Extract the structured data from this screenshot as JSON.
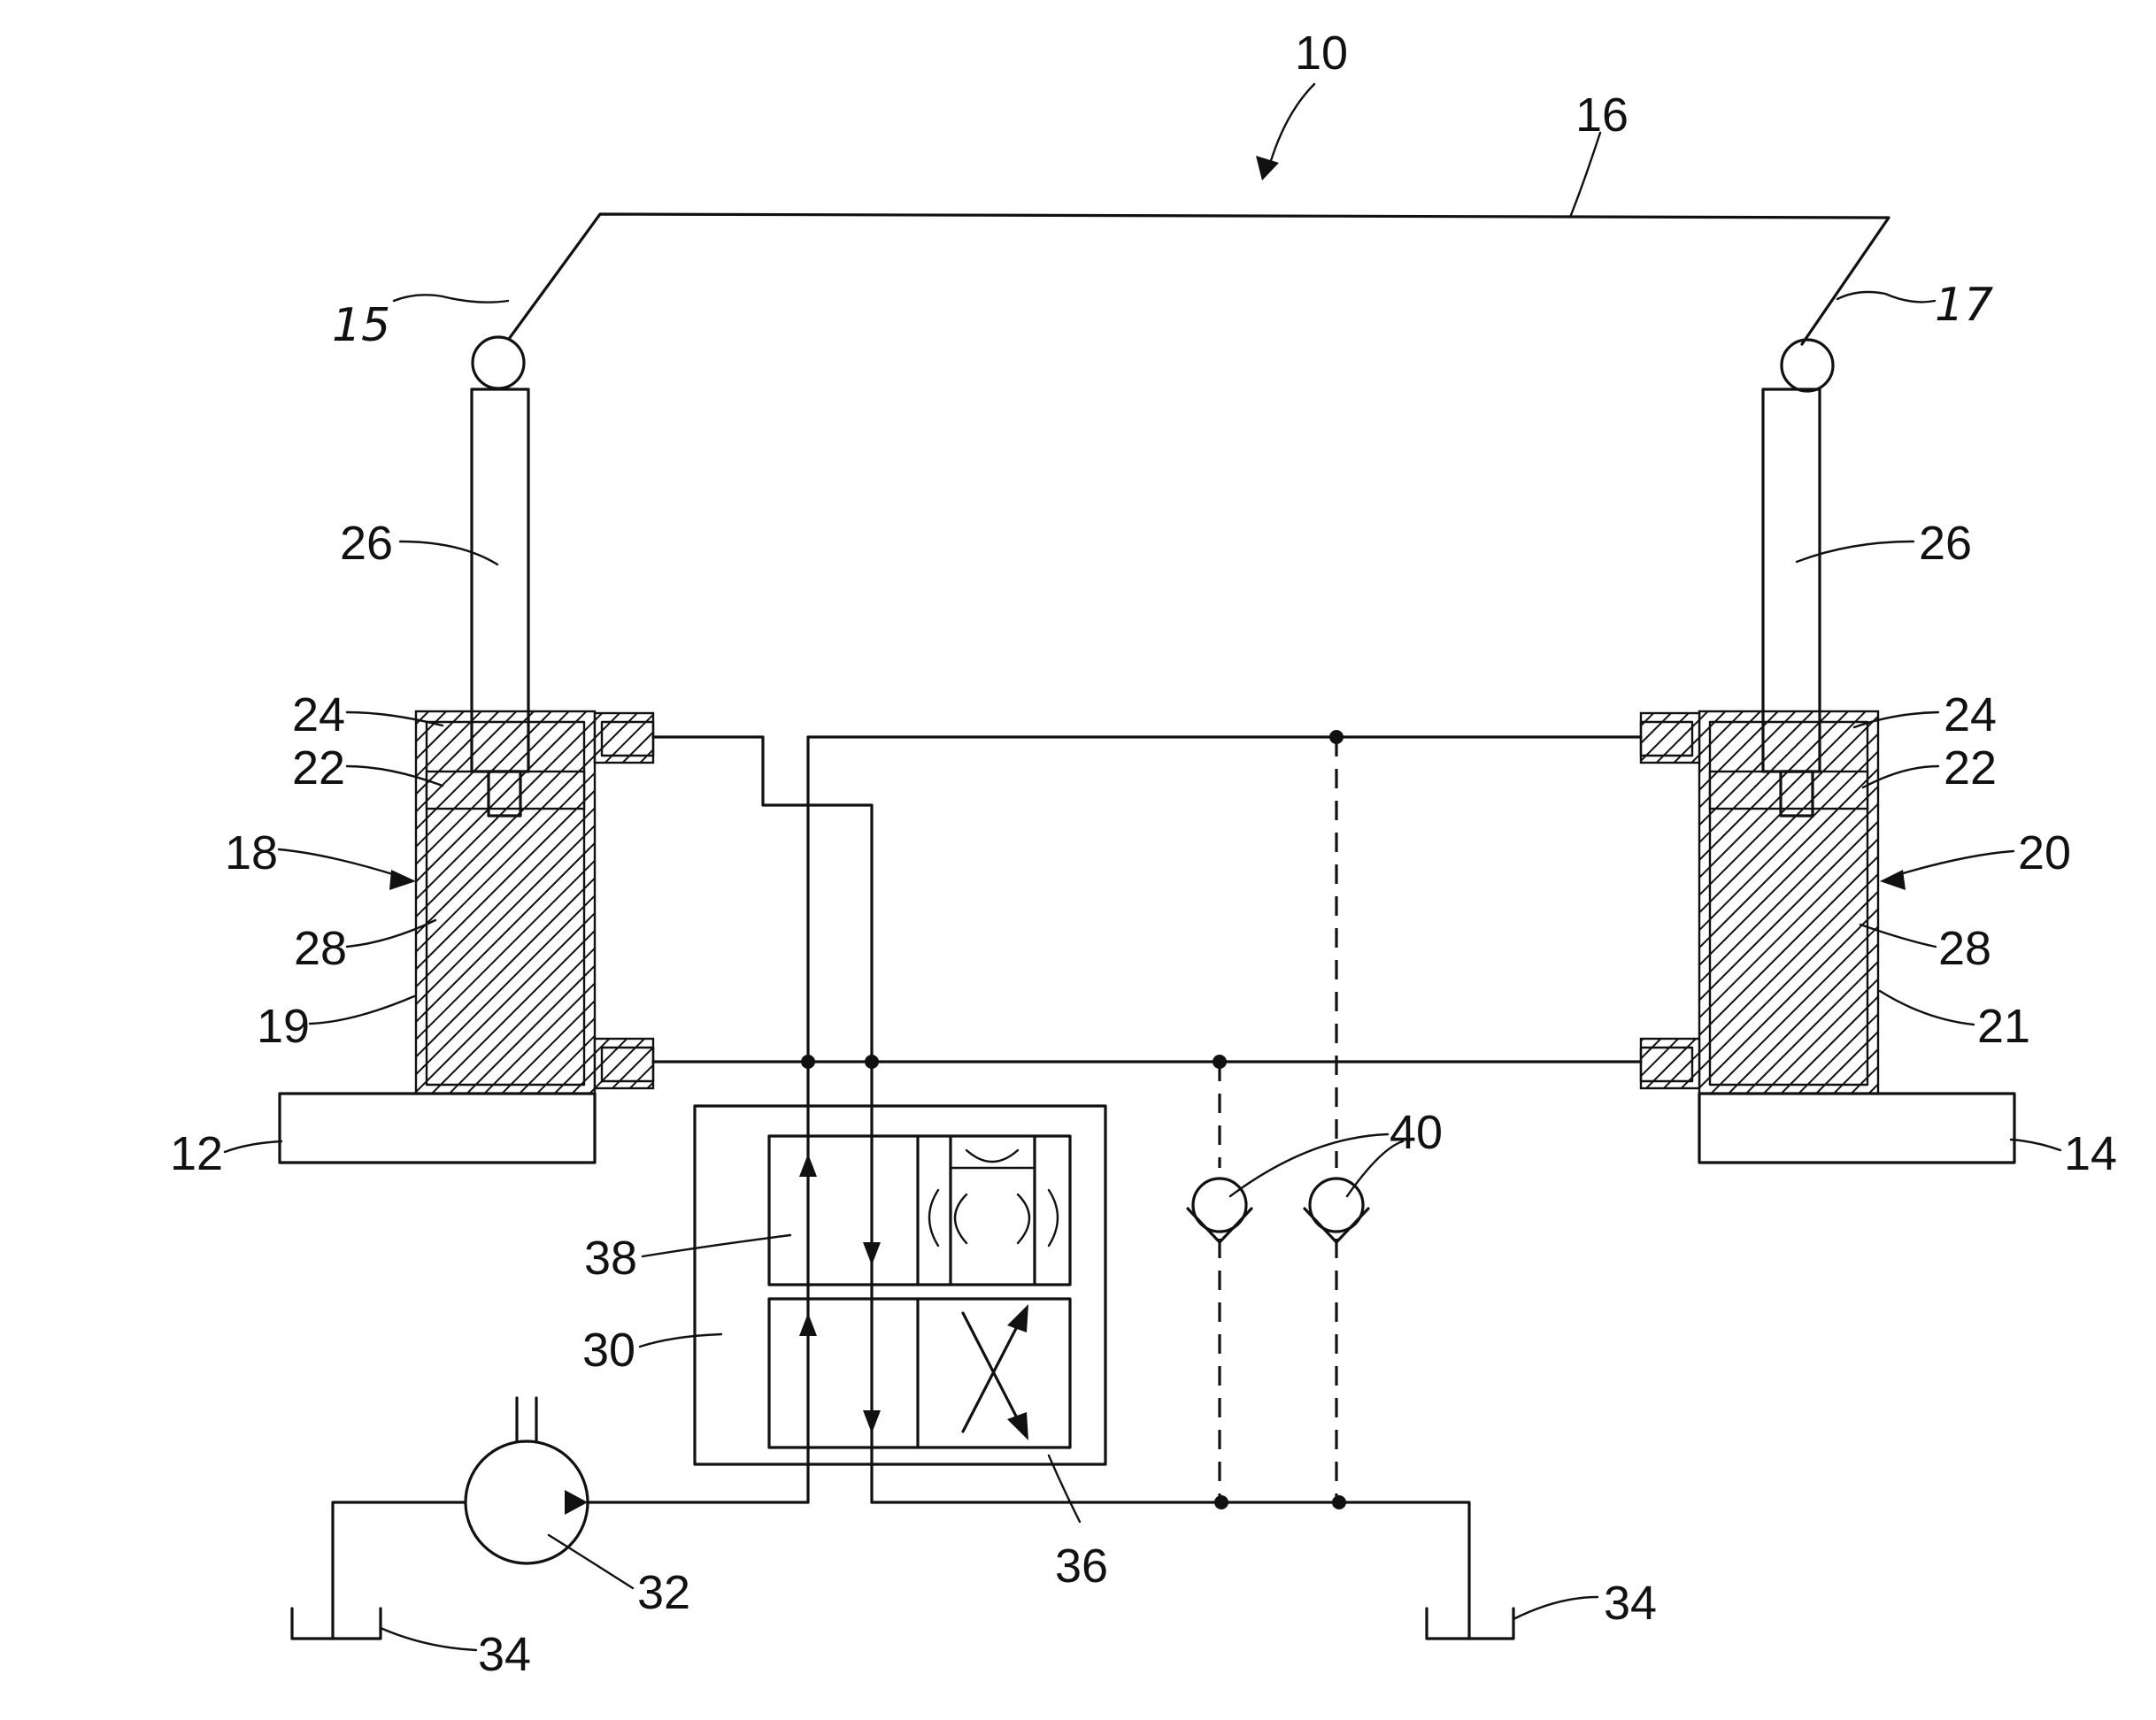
{
  "labels": {
    "system": "10",
    "frame": "16",
    "pivot_left": "15",
    "pivot_right": "17",
    "piston_rod_left": "26",
    "piston_rod_right": "26",
    "rod_chamber_left": "24",
    "rod_chamber_right": "24",
    "piston_left": "22",
    "piston_right": "22",
    "cylinder_left": "18",
    "cylinder_right": "20",
    "piston_chamber_left": "28",
    "piston_chamber_right": "28",
    "housing_left": "19",
    "housing_right": "21",
    "base_left": "12",
    "base_right": "14",
    "check_valves": "40",
    "valve_section_upper": "38",
    "valve_block": "30",
    "pump": "32",
    "valve_section_lower": "36",
    "tank_left": "34",
    "tank_right": "34"
  },
  "colors": {
    "line": "#111111",
    "background": "#ffffff"
  }
}
